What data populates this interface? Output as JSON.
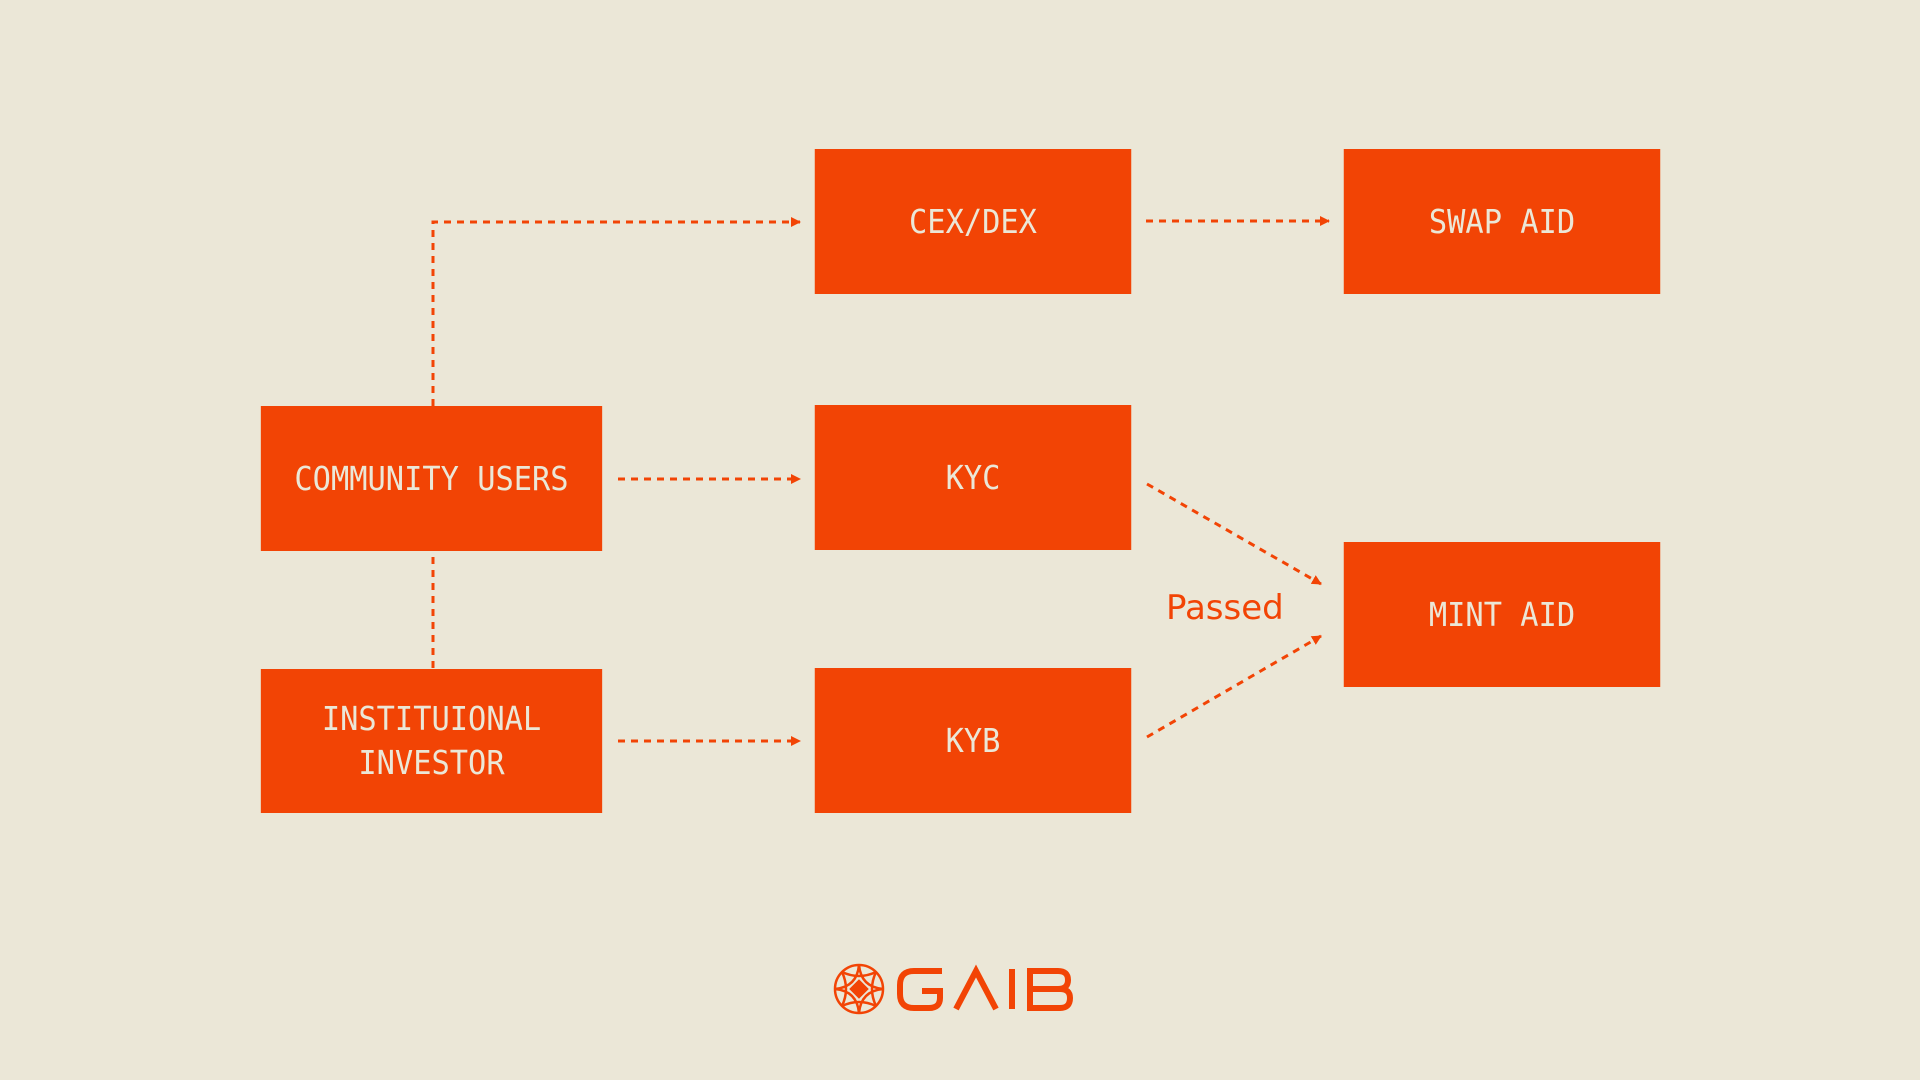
{
  "colors": {
    "accent": "#f24405",
    "background": "#ebe7d7",
    "box_text": "#ebe7d7"
  },
  "nodes": {
    "community": "COMMUNITY USERS",
    "institutional": "INSTITUIONAL\nINVESTOR",
    "cexdex": "CEX/DEX",
    "kyc": "KYC",
    "kyb": "KYB",
    "swap": "SWAP AID",
    "mint": "MINT AID"
  },
  "edges": [
    {
      "from": "community",
      "to": "cexdex",
      "style": "dotted-arrow"
    },
    {
      "from": "cexdex",
      "to": "swap",
      "style": "dotted-arrow"
    },
    {
      "from": "community",
      "to": "kyc",
      "style": "dotted-arrow"
    },
    {
      "from": "community",
      "to": "institutional",
      "style": "dotted-line"
    },
    {
      "from": "institutional",
      "to": "kyb",
      "style": "dotted-arrow"
    },
    {
      "from": "kyc",
      "to": "mint",
      "style": "dotted-arrow"
    },
    {
      "from": "kyb",
      "to": "mint",
      "style": "dotted-arrow"
    }
  ],
  "edge_label": "Passed",
  "logo": {
    "text": "GAIB",
    "icon": "gaib-emblem-icon"
  }
}
